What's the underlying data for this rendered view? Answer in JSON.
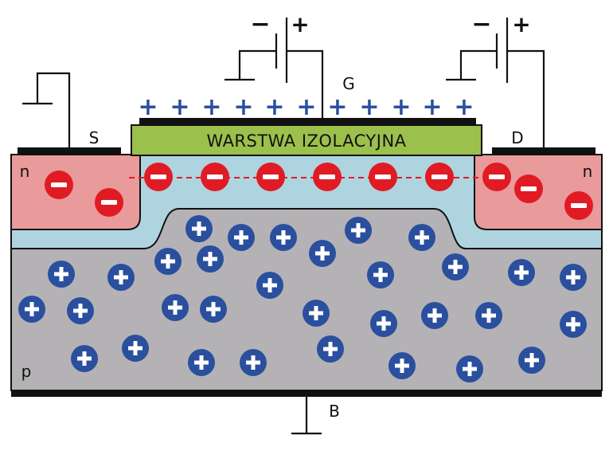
{
  "labels": {
    "source": "S",
    "drain": "D",
    "gate": "G",
    "bulk": "B",
    "n_left": "n",
    "n_right": "n",
    "p_region": "p",
    "insulator": "WARSTWA IZOLACYJNA",
    "battery_gate_minus": "−",
    "battery_gate_plus": "+",
    "battery_drain_minus": "−",
    "battery_drain_plus": "+"
  },
  "colors": {
    "substrate_p": "#b4b2b4",
    "channel_inversion": "#aed4e0",
    "n_region": "#e99a9a",
    "insulator": "#9cc04c",
    "electron": "#e01b24",
    "hole": "#2a4f9e",
    "electrode": "#111111"
  },
  "icons": {
    "electron": "minus-circle",
    "hole": "plus-circle",
    "battery": "battery-symbol",
    "ground": "ground-symbol"
  }
}
